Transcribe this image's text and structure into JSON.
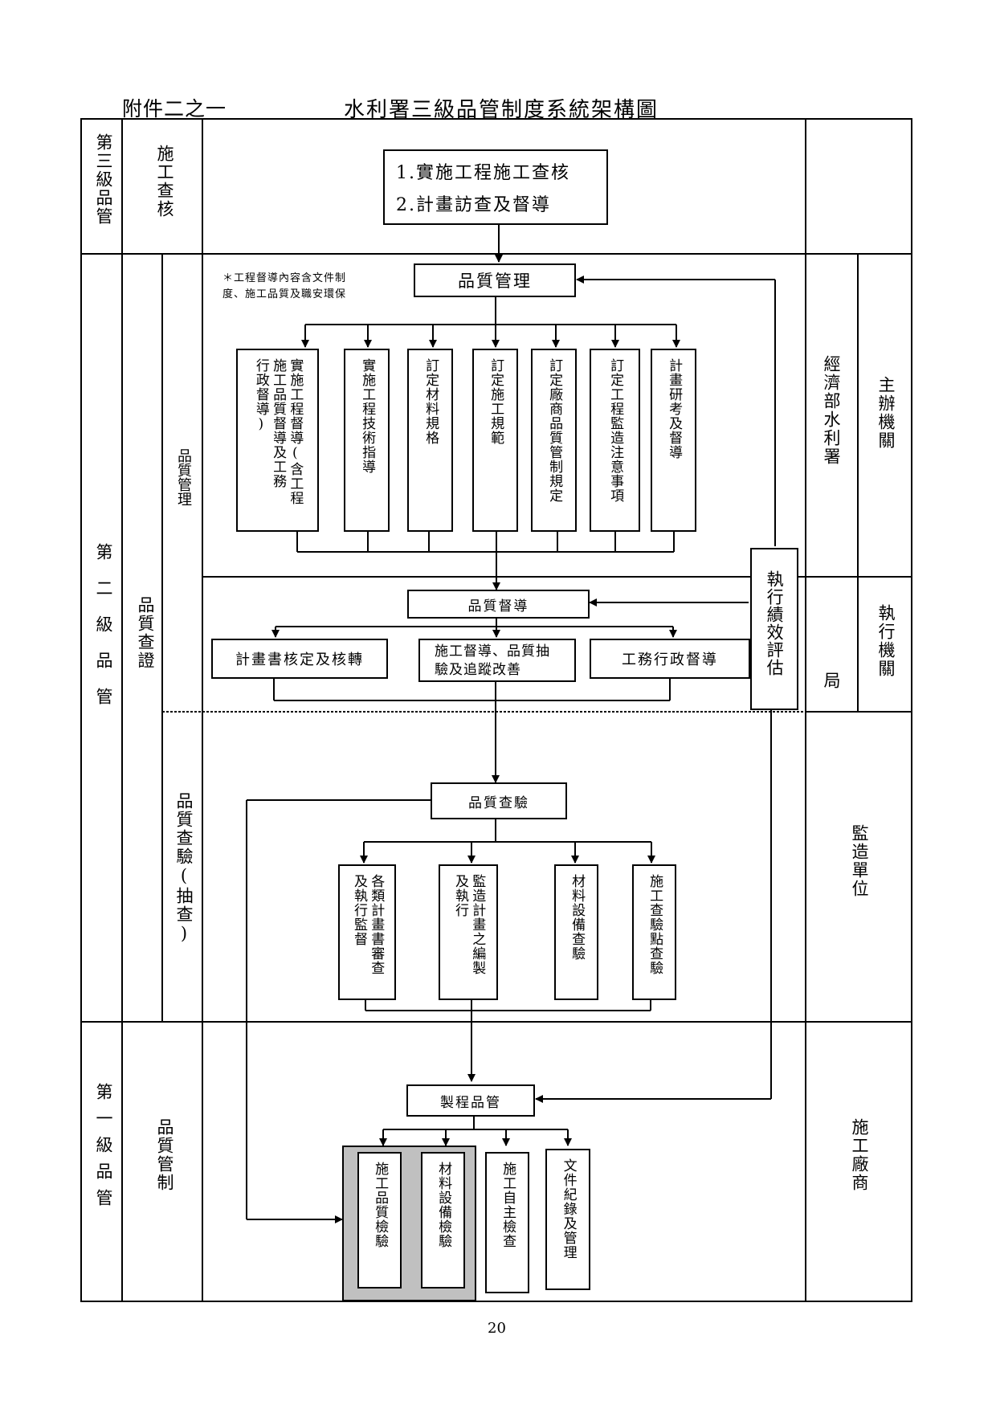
{
  "header": {
    "attachment": "附件二之一",
    "title": "水利署三級品管制度系統架構圖"
  },
  "left_cols": {
    "level3": "第三級品管",
    "level3_sub": "施工查核",
    "level2": "第二級品管",
    "level2_sub": "品質查證",
    "level2_sub_a": "品質管理",
    "level2_sub_b": "品質查驗(抽查)",
    "level1": "第一級品管",
    "level1_sub": "品質管制"
  },
  "right_cols": {
    "org1": "經濟部水利署",
    "role1": "主辦機關",
    "org2": "局",
    "role2": "執行機關",
    "org3": "監造單位",
    "org4": "施工廠商"
  },
  "audit_box": {
    "line1": "1.實施工程施工查核",
    "line2": "2.計畫訪查及督導"
  },
  "note": {
    "line1": "＊工程督導內容含文件制",
    "line2": "度、施工品質及職安環保"
  },
  "quality_mgmt": {
    "title": "品質管理",
    "items": [
      "實施工程督導(含工程\n施工品質督導及工務\n行政督導)",
      "實施工程技術指導",
      "訂定材料規格",
      "訂定施工規範",
      "訂定廠商品質管制規定",
      "訂定工程監造注意事項",
      "計畫研考及督導"
    ]
  },
  "supervision": {
    "title": "品質督導",
    "items": [
      "計畫書核定及核轉",
      "施工督導、品質抽\n驗及追蹤改善",
      "工務行政督導"
    ]
  },
  "evaluation": "執行績效評估",
  "inspection": {
    "title": "品質查驗",
    "items": [
      "各類計畫書審查\n及執行監督",
      "監造計畫之編製\n及執行",
      "材料設備查驗",
      "施工查驗點查驗"
    ]
  },
  "process": {
    "title": "製程品管",
    "items": [
      "施工品質檢驗",
      "材料設備檢驗",
      "施工自主檢查",
      "文件紀錄及管理"
    ]
  },
  "page_number": "20"
}
